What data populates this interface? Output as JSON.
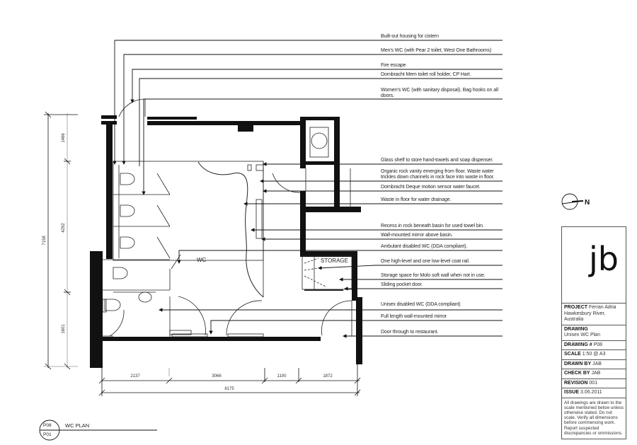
{
  "drawing": {
    "view_title": "WC PLAN",
    "view_ref_top": "P08",
    "view_ref_bottom": "P01",
    "north_label": "N",
    "rooms": {
      "wc": "WC",
      "storage": "STORAGE"
    }
  },
  "annotations": [
    {
      "id": "cistern",
      "text": "Built-out housing for cistern"
    },
    {
      "id": "mens-wc",
      "text": "Men's WC (with Pear 2 toilet, West One Bathrooms)"
    },
    {
      "id": "fire-escape",
      "text": "Fire escape"
    },
    {
      "id": "roll-holder",
      "text": "Dornbracht Mem toilet roll holder, CP Hart."
    },
    {
      "id": "womens-wc",
      "text": "Women's WC (with sanitary disposal). Bag hooks on all doors."
    },
    {
      "id": "glass-shelf",
      "text": "Glass shelf to store hand-towels and soap dispenser."
    },
    {
      "id": "rock-vanity",
      "text": "Organic rock vanity emerging from floor. Waste water trickles down channels in rock face into waste in floor."
    },
    {
      "id": "faucet",
      "text": "Dornbracht Deque motion sensor water faucet."
    },
    {
      "id": "floor-waste",
      "text": "Waste in floor for water drainage."
    },
    {
      "id": "towel-bin",
      "text": "Recess in rock beneath basin for used towel bin."
    },
    {
      "id": "mirror-basin",
      "text": "Wall-mounted mirror above basin."
    },
    {
      "id": "ambulant-wc",
      "text": "Ambulant disabled WC (DDA compliant)."
    },
    {
      "id": "coat-rail",
      "text": "One high-level and one low-level coat rail."
    },
    {
      "id": "molo-storage",
      "text": "Storage space for Molo soft wall when not in use."
    },
    {
      "id": "pocket-door",
      "text": "Sliding pocket door."
    },
    {
      "id": "unisex-wc",
      "text": "Unisex disabled WC (DDA compliant)"
    },
    {
      "id": "full-mirror",
      "text": "Full length wall-mounted mirror"
    },
    {
      "id": "restaurant-door",
      "text": "Door through to restaurant."
    }
  ],
  "dimensions": {
    "vertical_overall": "7158",
    "vertical_segments": [
      "1466",
      "4292",
      "1601"
    ],
    "horizontal_segments": [
      "2137",
      "3066",
      "1100",
      "1872"
    ],
    "horizontal_overall": "8175"
  },
  "title_block": {
    "logo": "jb",
    "project_label": "PROJECT",
    "project_value": "Ferran Adria Hawkesbury River, Australia",
    "drawing_label": "DRAWING",
    "drawing_value": "Unisex WC Plan",
    "drawing_no_label": "DRAWING #",
    "drawing_no_value": "P08",
    "scale_label": "SCALE",
    "scale_value": "1:50 @ A3",
    "drawn_by_label": "DRAWN BY",
    "drawn_by_value": "JAB",
    "check_by_label": "CHECK BY",
    "check_by_value": "JAB",
    "revision_label": "REVISION",
    "revision_value": "001",
    "issue_label": "ISSUE",
    "issue_value": "3.06.2011",
    "disclaimer": "All drawings are drawn to the scale mentioned below unless otherwise stated. Do not scale. Verify all dimensions before commencing work. Report suspected discrepancies or ommissions."
  }
}
